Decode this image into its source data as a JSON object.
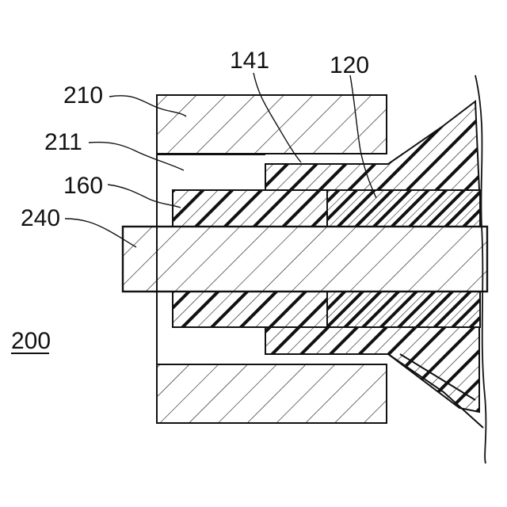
{
  "figure": {
    "reference_numeral": "200",
    "labels": {
      "l210": "210",
      "l211": "211",
      "l160": "160",
      "l240": "240",
      "l141": "141",
      "l120": "120"
    }
  },
  "colors": {
    "stroke": "#111111",
    "background": "#ffffff"
  }
}
